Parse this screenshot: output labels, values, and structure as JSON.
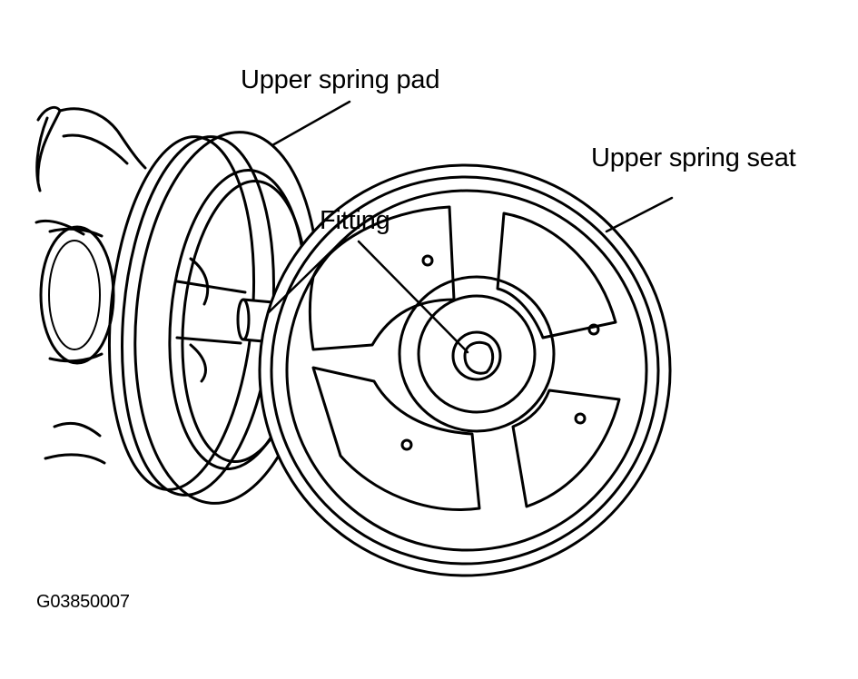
{
  "labels": {
    "upper_spring_pad": "Upper spring pad",
    "upper_spring_seat": "Upper spring seat",
    "fitting": "Fitting",
    "figure_code": "G03850007"
  },
  "colors": {
    "line": "#000000",
    "background": "#ffffff"
  }
}
